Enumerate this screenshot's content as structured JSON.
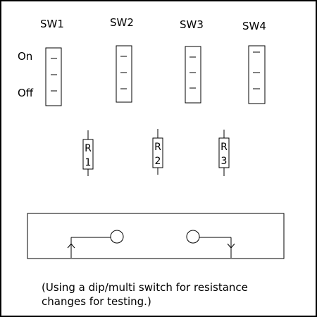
{
  "colors": {
    "background": "#ffffff",
    "stroke": "#000000"
  },
  "switches": [
    {
      "label": "SW1"
    },
    {
      "label": "SW2"
    },
    {
      "label": "SW3"
    },
    {
      "label": "SW4"
    }
  ],
  "states": {
    "on": "On",
    "off": "Off"
  },
  "resistors": [
    {
      "letter": "R",
      "number": "1"
    },
    {
      "letter": "R",
      "number": "2"
    },
    {
      "letter": "R",
      "number": "3"
    }
  ],
  "caption": "(Using a dip/multi switch for resistance\nchanges for testing.)"
}
